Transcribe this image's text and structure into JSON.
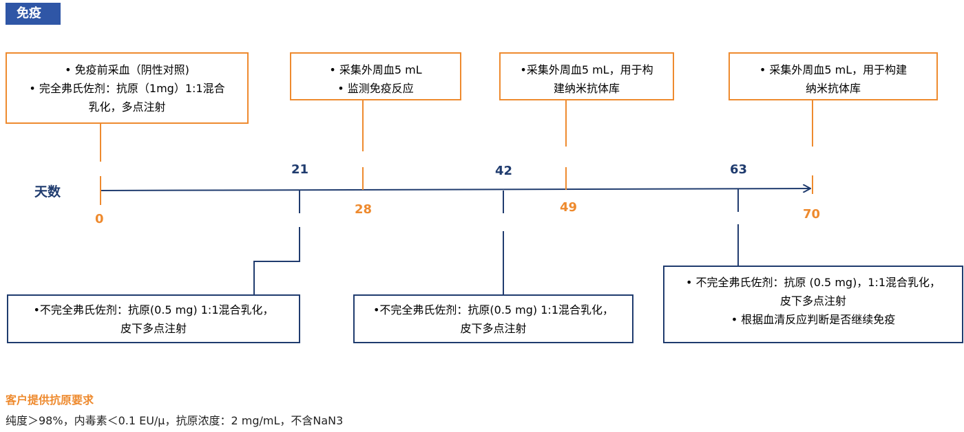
{
  "header": {
    "title": "免疫"
  },
  "axis": {
    "label": "天数"
  },
  "top_boxes": [
    {
      "lines": [
        "• 免疫前采血（阴性对照)",
        "• 完全弗氏佐剂：抗原（1mg）1:1混合",
        "乳化，多点注射"
      ]
    },
    {
      "lines": [
        "• 采集外周血5 mL",
        "• 监测免疫反应"
      ]
    },
    {
      "lines": [
        "•采集外周血5 mL，用于构",
        "建纳米抗体库"
      ]
    },
    {
      "lines": [
        "• 采集外周血5 mL，用于构建",
        "纳米抗体库"
      ]
    }
  ],
  "bottom_boxes": [
    {
      "lines": [
        "•不完全弗氏佐剂：抗原(0.5 mg) 1:1混合乳化，",
        "皮下多点注射"
      ]
    },
    {
      "lines": [
        "•不完全弗氏佐剂：抗原(0.5 mg) 1:1混合乳化，",
        "皮下多点注射"
      ]
    },
    {
      "lines": [
        "• 不完全弗氏佐剂：抗原 (0.5 mg)，1:1混合乳化，",
        "皮下多点注射",
        "• 根据血清反应判断是否继续免疫"
      ]
    }
  ],
  "days_orange": [
    "0",
    "28",
    "49",
    "70"
  ],
  "days_navy": [
    "21",
    "42",
    "63"
  ],
  "requirements": {
    "title": "客户提供抗原要求",
    "text": "纯度＞98%，内毒素＜0.1 EU/μ，抗原浓度：2 mg/mL，不含NaN3"
  },
  "colors": {
    "orange": "#ee8a2e",
    "navy": "#1f3b6e",
    "tag": "#2f56a6"
  }
}
